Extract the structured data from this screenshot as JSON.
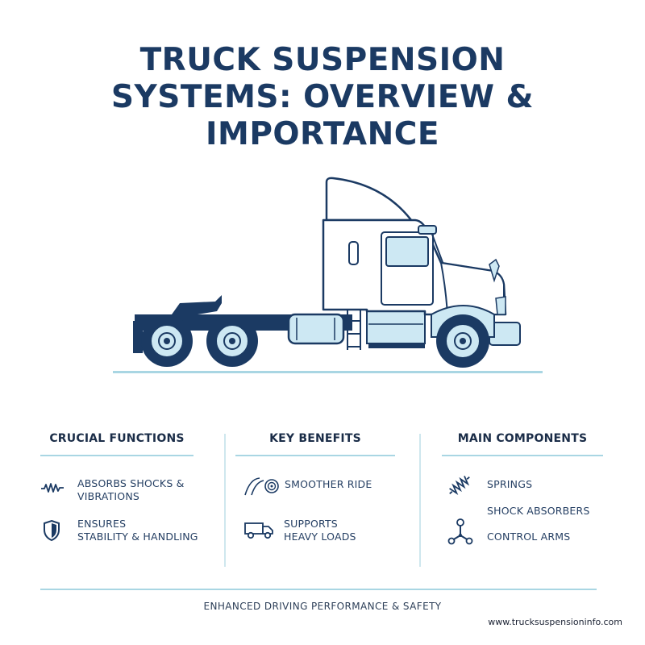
{
  "title": {
    "line1": "TRUCK SUSPENSION",
    "line2": "SYSTEMS: OVERVIEW &",
    "line3": "IMPORTANCE"
  },
  "columns": {
    "functions": {
      "heading": "CRUCIAL FUNCTIONS",
      "items": [
        {
          "icon": "vibration-wave-icon",
          "line1": "ABSORBS SHOCKS &",
          "line2": "VIBRATIONS"
        },
        {
          "icon": "shield-icon",
          "line1": "ENSURES",
          "line2": "STABILITY & HANDLING"
        }
      ]
    },
    "benefits": {
      "heading": "KEY BENEFITS",
      "items": [
        {
          "icon": "smooth-road-icon",
          "line1": "SMOOTHER RIDE"
        },
        {
          "icon": "delivery-truck-icon",
          "line1": "SUPPORTS",
          "line2": "HEAVY LOADS"
        }
      ]
    },
    "components": {
      "heading": "MAIN COMPONENTS",
      "items": [
        {
          "icon": "coil-spring-icon",
          "line1": "SPRINGS"
        },
        {
          "line1": "SHOCK ABSORBERS"
        },
        {
          "icon": "control-arm-icon",
          "line1": "CONTROL ARMS"
        }
      ]
    }
  },
  "footer": "ENHANCED DRIVING PERFORMANCE & SAFETY",
  "url": "www.trucksuspensioninfo.com",
  "colors": {
    "navy": "#1b3a63",
    "light_blue": "#cde8f3",
    "accent_rule": "#a9d6e3"
  }
}
